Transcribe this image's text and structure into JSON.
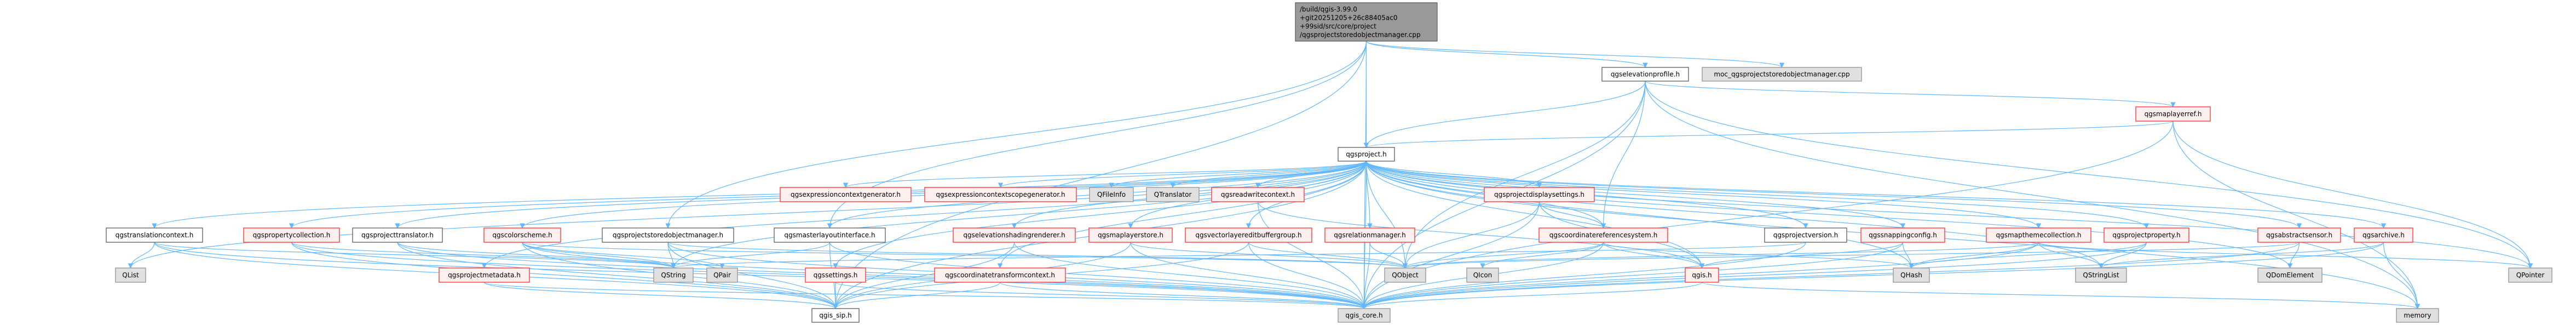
{
  "title": "qgsprojectstoredobjectmanager.cpp include dependency graph",
  "colors": {
    "edge": "#63b8ff",
    "root_fill": "#999999",
    "red_border": "#ff3b3b",
    "red_fill": "#fff0f0",
    "gray_fill": "#e0e0e0"
  },
  "nodes": {
    "root": {
      "label": [
        "/build/qgis-3.99.0",
        "+git20251205+26c88405ac0",
        "+99sid/src/core/project",
        "/qgsprojectstoredobjectmanager.cpp"
      ],
      "kind": "root"
    },
    "stored": {
      "label": [
        "qgsprojectstoredobjectmanager.h"
      ],
      "kind": "white"
    },
    "proj": {
      "label": [
        "qgsproject.h"
      ],
      "kind": "white"
    },
    "elev": {
      "label": [
        "qgselevationprofile.h"
      ],
      "kind": "white"
    },
    "moc": {
      "label": [
        "moc_qgsprojectstoredobjectmanager.cpp"
      ],
      "kind": "gray"
    },
    "maplayerref": {
      "label": [
        "qgsmaplayerref.h"
      ],
      "kind": "red"
    },
    "exprgen": {
      "label": [
        "qgsexpressioncontextgenerator.h"
      ],
      "kind": "red"
    },
    "exprscope": {
      "label": [
        "qgsexpressioncontextscopegenerator.h"
      ],
      "kind": "red"
    },
    "qfileinfo": {
      "label": [
        "QFileInfo"
      ],
      "kind": "gray"
    },
    "qtranslator": {
      "label": [
        "QTranslator"
      ],
      "kind": "gray"
    },
    "readwrite": {
      "label": [
        "qgsreadwritecontext.h"
      ],
      "kind": "red"
    },
    "display": {
      "label": [
        "qgsprojectdisplaysettings.h"
      ],
      "kind": "red"
    },
    "transctx": {
      "label": [
        "qgstranslationcontext.h"
      ],
      "kind": "white"
    },
    "propcoll": {
      "label": [
        "qgspropertycollection.h"
      ],
      "kind": "red"
    },
    "projtrans": {
      "label": [
        "qgsprojecttranslator.h"
      ],
      "kind": "white"
    },
    "colorscheme": {
      "label": [
        "qgscolorscheme.h"
      ],
      "kind": "red"
    },
    "master": {
      "label": [
        "qgsmasterlayoutinterface.h"
      ],
      "kind": "white"
    },
    "elevshade": {
      "label": [
        "qgselevationshadingrenderer.h"
      ],
      "kind": "red"
    },
    "mlstore": {
      "label": [
        "qgsmaplayerstore.h"
      ],
      "kind": "red"
    },
    "vlebg": {
      "label": [
        "qgsvectorlayereditbuffergroup.h"
      ],
      "kind": "red"
    },
    "relman": {
      "label": [
        "qgsrelationmanager.h"
      ],
      "kind": "red"
    },
    "crs": {
      "label": [
        "qgscoordinatereferencesystem.h"
      ],
      "kind": "red"
    },
    "projver": {
      "label": [
        "qgsprojectversion.h"
      ],
      "kind": "white"
    },
    "snap": {
      "label": [
        "qgssnappingconfig.h"
      ],
      "kind": "red"
    },
    "maptheme": {
      "label": [
        "qgsmapthemecollection.h"
      ],
      "kind": "red"
    },
    "projprop": {
      "label": [
        "qgsprojectproperty.h"
      ],
      "kind": "red"
    },
    "sensor": {
      "label": [
        "qgsabstractsensor.h"
      ],
      "kind": "red"
    },
    "archive": {
      "label": [
        "qgsarchive.h"
      ],
      "kind": "red"
    },
    "qlist": {
      "label": [
        "QList"
      ],
      "kind": "gray"
    },
    "metadata": {
      "label": [
        "qgsprojectmetadata.h"
      ],
      "kind": "red"
    },
    "qstring": {
      "label": [
        "QString"
      ],
      "kind": "gray"
    },
    "qpair": {
      "label": [
        "QPair"
      ],
      "kind": "gray"
    },
    "settings": {
      "label": [
        "qgssettings.h"
      ],
      "kind": "red"
    },
    "ctc": {
      "label": [
        "qgscoordinatetransformcontext.h"
      ],
      "kind": "red"
    },
    "qobject": {
      "label": [
        "QObject"
      ],
      "kind": "gray"
    },
    "qicon": {
      "label": [
        "QIcon"
      ],
      "kind": "gray"
    },
    "qgis": {
      "label": [
        "qgis.h"
      ],
      "kind": "red"
    },
    "qhash": {
      "label": [
        "QHash"
      ],
      "kind": "gray"
    },
    "qstringlist": {
      "label": [
        "QStringList"
      ],
      "kind": "gray"
    },
    "qdom": {
      "label": [
        "QDomElement"
      ],
      "kind": "gray"
    },
    "qpointer": {
      "label": [
        "QPointer"
      ],
      "kind": "gray"
    },
    "sip": {
      "label": [
        "qgis_sip.h"
      ],
      "kind": "white"
    },
    "core": {
      "label": [
        "qgis_core.h"
      ],
      "kind": "gray"
    },
    "memory": {
      "label": [
        "memory"
      ],
      "kind": "gray"
    }
  },
  "edges": [
    [
      "root",
      "stored"
    ],
    [
      "root",
      "proj"
    ],
    [
      "root",
      "elev"
    ],
    [
      "root",
      "moc"
    ],
    [
      "root",
      "master"
    ],
    [
      "root",
      "sip"
    ],
    [
      "root",
      "core"
    ],
    [
      "elev",
      "proj"
    ],
    [
      "elev",
      "maplayerref"
    ],
    [
      "elev",
      "crs"
    ],
    [
      "elev",
      "qobject"
    ],
    [
      "elev",
      "core"
    ],
    [
      "elev",
      "memory"
    ],
    [
      "elev",
      "qpointer"
    ],
    [
      "maplayerref",
      "proj"
    ],
    [
      "maplayerref",
      "qpointer"
    ],
    [
      "maplayerref",
      "memory"
    ],
    [
      "maplayerref",
      "core"
    ],
    [
      "proj",
      "exprgen"
    ],
    [
      "proj",
      "exprscope"
    ],
    [
      "proj",
      "qfileinfo"
    ],
    [
      "proj",
      "qtranslator"
    ],
    [
      "proj",
      "readwrite"
    ],
    [
      "proj",
      "display"
    ],
    [
      "proj",
      "transctx"
    ],
    [
      "proj",
      "propcoll"
    ],
    [
      "proj",
      "projtrans"
    ],
    [
      "proj",
      "colorscheme"
    ],
    [
      "proj",
      "master"
    ],
    [
      "proj",
      "elevshade"
    ],
    [
      "proj",
      "mlstore"
    ],
    [
      "proj",
      "vlebg"
    ],
    [
      "proj",
      "relman"
    ],
    [
      "proj",
      "crs"
    ],
    [
      "proj",
      "projver"
    ],
    [
      "proj",
      "snap"
    ],
    [
      "proj",
      "maptheme"
    ],
    [
      "proj",
      "projprop"
    ],
    [
      "proj",
      "sensor"
    ],
    [
      "proj",
      "archive"
    ],
    [
      "proj",
      "qlist"
    ],
    [
      "proj",
      "metadata"
    ],
    [
      "proj",
      "settings"
    ],
    [
      "proj",
      "ctc"
    ],
    [
      "proj",
      "qobject"
    ],
    [
      "proj",
      "qgis"
    ],
    [
      "proj",
      "qhash"
    ],
    [
      "proj",
      "qstringlist"
    ],
    [
      "proj",
      "qdom"
    ],
    [
      "proj",
      "qpointer"
    ],
    [
      "proj",
      "core"
    ],
    [
      "proj",
      "sip"
    ],
    [
      "proj",
      "memory"
    ],
    [
      "proj",
      "qstring"
    ],
    [
      "display",
      "crs"
    ],
    [
      "display",
      "qgis"
    ],
    [
      "display",
      "qobject"
    ],
    [
      "display",
      "core"
    ],
    [
      "readwrite",
      "qgis"
    ],
    [
      "readwrite",
      "core"
    ],
    [
      "transctx",
      "qlist"
    ],
    [
      "transctx",
      "qstring"
    ],
    [
      "transctx",
      "core"
    ],
    [
      "transctx",
      "sip"
    ],
    [
      "propcoll",
      "core"
    ],
    [
      "propcoll",
      "qstring"
    ],
    [
      "propcoll",
      "sip"
    ],
    [
      "projtrans",
      "qstring"
    ],
    [
      "projtrans",
      "core"
    ],
    [
      "projtrans",
      "sip"
    ],
    [
      "colorscheme",
      "qstring"
    ],
    [
      "colorscheme",
      "qpair"
    ],
    [
      "colorscheme",
      "qobject"
    ],
    [
      "colorscheme",
      "core"
    ],
    [
      "colorscheme",
      "sip"
    ],
    [
      "stored",
      "qobject"
    ],
    [
      "stored",
      "qstring"
    ],
    [
      "stored",
      "core"
    ],
    [
      "stored",
      "sip"
    ],
    [
      "master",
      "qstring"
    ],
    [
      "master",
      "core"
    ],
    [
      "master",
      "sip"
    ],
    [
      "elevshade",
      "core"
    ],
    [
      "elevshade",
      "sip"
    ],
    [
      "mlstore",
      "qobject"
    ],
    [
      "mlstore",
      "core"
    ],
    [
      "mlstore",
      "sip"
    ],
    [
      "vlebg",
      "qobject"
    ],
    [
      "vlebg",
      "core"
    ],
    [
      "vlebg",
      "sip"
    ],
    [
      "relman",
      "qobject"
    ],
    [
      "relman",
      "core"
    ],
    [
      "crs",
      "qgis"
    ],
    [
      "crs",
      "qobject"
    ],
    [
      "crs",
      "qhash"
    ],
    [
      "crs",
      "core"
    ],
    [
      "crs",
      "qicon"
    ],
    [
      "projver",
      "qstring"
    ],
    [
      "projver",
      "core"
    ],
    [
      "snap",
      "qhash"
    ],
    [
      "snap",
      "qgis"
    ],
    [
      "snap",
      "core"
    ],
    [
      "maptheme",
      "qstringlist"
    ],
    [
      "maptheme",
      "qpointer"
    ],
    [
      "maptheme",
      "qobject"
    ],
    [
      "maptheme",
      "core"
    ],
    [
      "maptheme",
      "qhash"
    ],
    [
      "projprop",
      "qstringlist"
    ],
    [
      "projprop",
      "qhash"
    ],
    [
      "projprop",
      "core"
    ],
    [
      "sensor",
      "qdom"
    ],
    [
      "sensor",
      "qobject"
    ],
    [
      "sensor",
      "core"
    ],
    [
      "archive",
      "memory"
    ],
    [
      "archive",
      "qstringlist"
    ],
    [
      "archive",
      "core"
    ],
    [
      "metadata",
      "core"
    ],
    [
      "metadata",
      "sip"
    ],
    [
      "settings",
      "sip"
    ],
    [
      "settings",
      "core"
    ],
    [
      "ctc",
      "core"
    ],
    [
      "ctc",
      "sip"
    ],
    [
      "qgis",
      "core"
    ],
    [
      "qgis",
      "memory"
    ]
  ]
}
